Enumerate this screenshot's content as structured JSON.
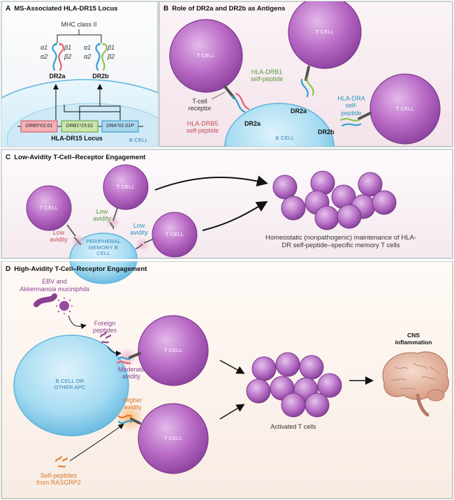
{
  "panelA": {
    "letter": "A",
    "title": "MS-Associated HLA-DR15 Locus",
    "mhc_label": "MHC class II",
    "alpha1": "α1",
    "alpha2": "α2",
    "beta1": "β1",
    "beta2": "β2",
    "dr2a": "DR2a",
    "dr2b": "DR2b",
    "genes": [
      "DRB5*01:01",
      "DRB1*15:01",
      "DRA*01:01P"
    ],
    "locus": "HLA-DR15 Locus",
    "bcell": "B CELL"
  },
  "panelB": {
    "letter": "B",
    "title": "Role of DR2a and DR2b as Antigens",
    "tcell": "T CELL",
    "tcr_label": "T-cell receptor",
    "drb5_label": "HLA-DRB5 self-peptide",
    "drb1_label": "HLA-DRB1 self-peptide",
    "dra_label": "HLA-DRA self-peptide",
    "dr2a": "DR2a",
    "dr2b": "DR2b",
    "bcell": "B CELL"
  },
  "panelC": {
    "letter": "C",
    "title": "Low-Avidity T-Cell–Receptor Engagement",
    "tcell": "T CELL",
    "low_avidity": "Low avidity",
    "memory_bcell": "PERIPHERAL MEMORY B CELL",
    "caption": "Homeostatic (nonpathogenic) maintenance of HLA-DR self-peptide–specific memory T cells"
  },
  "panelD": {
    "letter": "D",
    "title": "High-Avidity T-Cell–Receptor Engagement",
    "microbe_line1": "EBV and",
    "microbe_line2": "Akkermansia muciniphila",
    "foreign": "Foreign peptides",
    "moderate": "Moderate avidity",
    "higher": "Higher avidity",
    "apc": "B CELL OR OTHER APC",
    "tcell": "T CELL",
    "activated": "Activated T cells",
    "cns": "CNS inflammation",
    "self_peptides": "Self-peptides from RASGRP2"
  },
  "colors": {
    "tcell": "#b45ec0",
    "bcell": "#8fd0ef",
    "drb5": "#e0626b",
    "drb1": "#8cc54b",
    "dra": "#2f9fd0",
    "foreign": "#8a3f93",
    "rasgrp2": "#e07a28",
    "brain": "#e6b8a2"
  }
}
